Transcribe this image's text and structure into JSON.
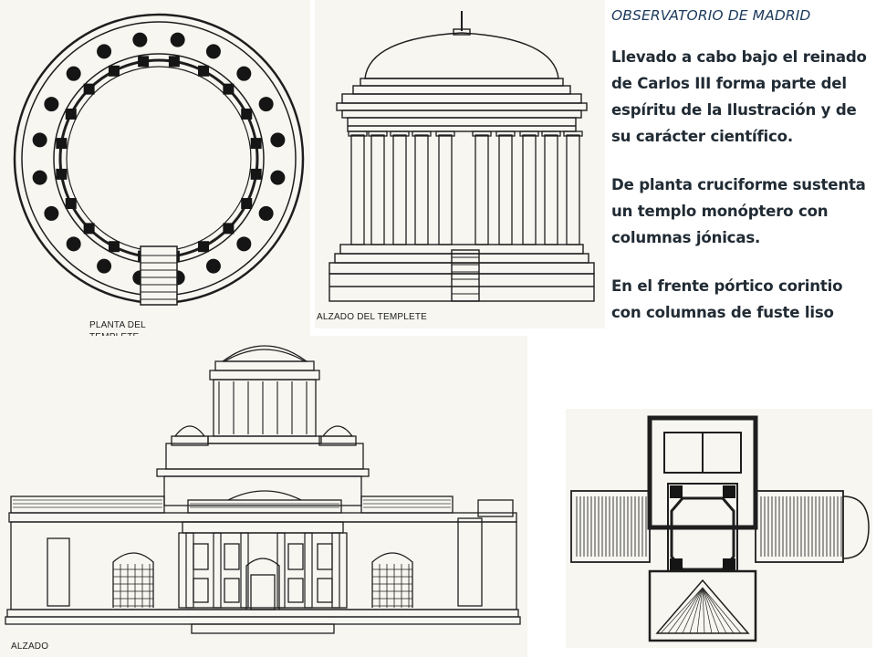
{
  "slide": {
    "title": "OBSERVATORIO DE MADRID",
    "paragraphs": [
      "Llevado a cabo bajo el reinado de Carlos III forma parte del espíritu de la Ilustración y de su carácter científico.",
      "De planta cruciforme sustenta un templo monóptero con columnas jónicas.",
      "En el frente pórtico corintio con columnas de fuste liso"
    ]
  },
  "drawings": {
    "plan_templete": {
      "caption_line1": "PLANTA DEL",
      "caption_line2": "TEMPLETE"
    },
    "alzado_templete": {
      "caption": "ALZADO DEL TEMPLETE"
    },
    "alzado": {
      "caption": "ALZADO"
    },
    "planta_edificio": {}
  },
  "colors": {
    "title": "#1b3a5c",
    "text": "#212b34",
    "ink": "#1e1e1e",
    "paper": "#f7f6f1"
  }
}
